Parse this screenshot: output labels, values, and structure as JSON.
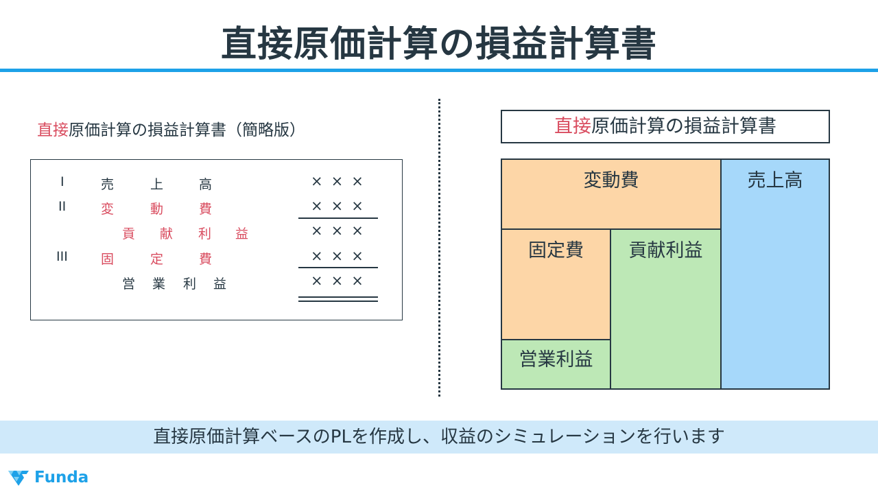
{
  "header": {
    "title": "直接原価計算の損益計算書",
    "rule_color": "#1da1e8"
  },
  "left_panel": {
    "heading_highlight": "直接",
    "heading_rest": "原価計算の損益計算書（簡略版）",
    "rows": [
      {
        "numeral": "I",
        "label": [
          "売",
          "上",
          "高"
        ],
        "color": "#263742",
        "value": "×××"
      },
      {
        "numeral": "II",
        "label": [
          "変",
          "動",
          "費"
        ],
        "color": "#d94c5f",
        "value": "×××"
      },
      {
        "numeral": "",
        "label": [
          "貢",
          "献",
          "利",
          "益"
        ],
        "color": "#d94c5f",
        "value": "×××"
      },
      {
        "numeral": "III",
        "label": [
          "固",
          "定",
          "費"
        ],
        "color": "#d94c5f",
        "value": "×××"
      },
      {
        "numeral": "",
        "label": [
          "営",
          "業",
          "利",
          "益"
        ],
        "color": "#263742",
        "value": "×××"
      }
    ]
  },
  "right_panel": {
    "heading_highlight": "直接",
    "heading_rest": "原価計算の損益計算書",
    "blocks": {
      "variable_cost": "変動費",
      "sales": "売上高",
      "fixed_cost": "固定費",
      "contribution_margin": "貢献利益",
      "operating_profit": "営業利益"
    },
    "colors": {
      "cost": "#fdd6a7",
      "profit": "#bde8b6",
      "sales": "#a6d8fa"
    }
  },
  "caption": "直接原価計算ベースのPLを作成し、収益のシミュレーションを行います",
  "logo": {
    "icon": "funda-diamond-icon",
    "text": "Funda"
  },
  "accent_red": "#d94c5f"
}
